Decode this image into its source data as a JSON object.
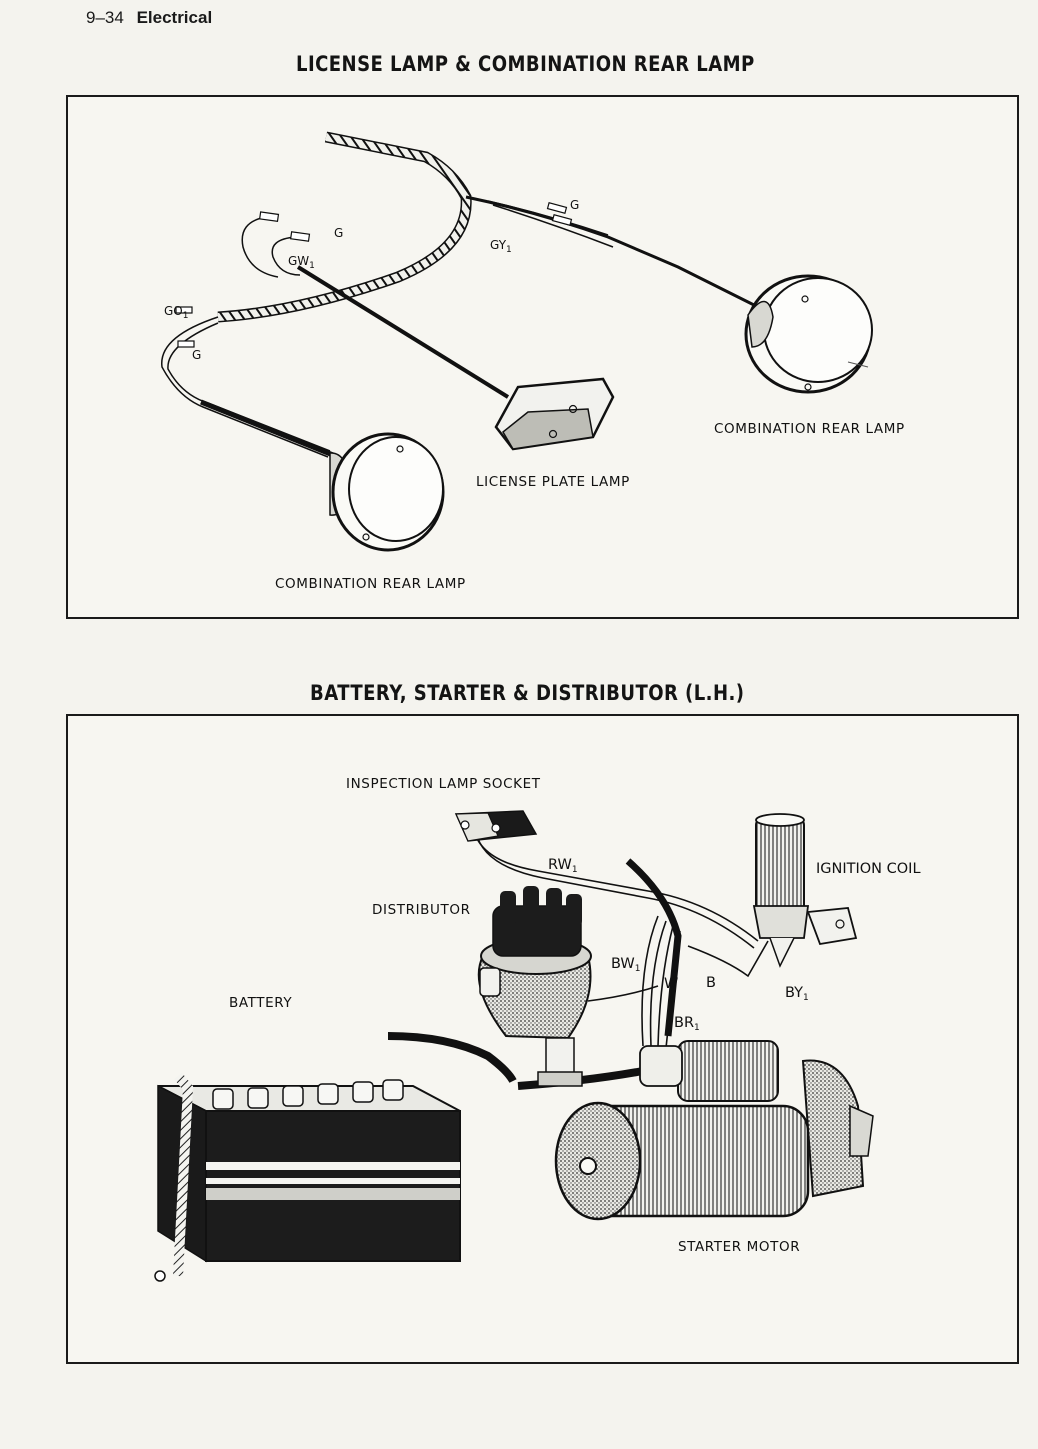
{
  "header": {
    "page_number": "9–34",
    "section": "Electrical"
  },
  "figure1": {
    "title": "LICENSE LAMP & COMBINATION REAR LAMP",
    "labels": {
      "g_top": "G",
      "gy1": "GY",
      "gy1_sub": "1",
      "g_mid": "G",
      "gw1": "GW",
      "gw1_sub": "1",
      "go1": "GO",
      "go1_sub": "1",
      "g_left": "G",
      "combination_rear_lamp_right": "COMBINATION  REAR  LAMP",
      "license_plate_lamp": "LICENSE  PLATE  LAMP",
      "combination_rear_lamp_left": "COMBINATION  REAR  LAMP"
    }
  },
  "figure2": {
    "title": "BATTERY, STARTER & DISTRIBUTOR (L.H.)",
    "labels": {
      "inspection_lamp_socket": "INSPECTION  LAMP  SOCKET",
      "rw1": "RW",
      "rw1_sub": "1",
      "ignition_coil": "IGNITION  COIL",
      "distributor": "DISTRIBUTOR",
      "bw1": "BW",
      "bw1_sub": "1",
      "w": "W",
      "b": "B",
      "by1": "BY",
      "by1_sub": "1",
      "battery": "BATTERY",
      "br1": "BR",
      "br1_sub": "1",
      "starter_motor": "STARTER  MOTOR"
    }
  }
}
